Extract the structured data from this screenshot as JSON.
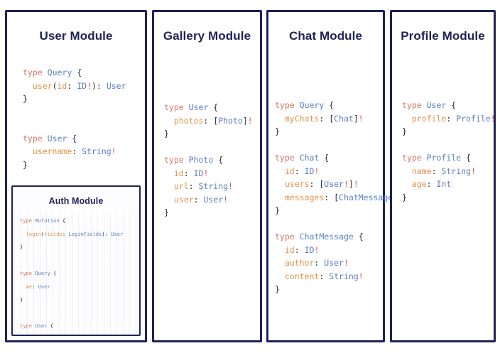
{
  "board": {
    "background_color": "#ffffff",
    "panel_border_color": "#1e2257",
    "title_color": "#1e2257",
    "colors": {
      "keyword": "#d4766a",
      "type_name": "#5b7fc7",
      "field_name": "#e2924a",
      "field_type": "#5b7fc7",
      "non_null": "#d9534f",
      "punctuation": "#2a2a3a"
    }
  },
  "panels": [
    {
      "id": "user-module",
      "title": "User Module",
      "code": "type Query {\n  user(id: ID!): User\n}\n\n\ntype User {\n  username: String!\n}",
      "nested": {
        "id": "auth-module",
        "title": "Auth Module",
        "code": "type Mutation {\n  login(fields: LoginFields): User\n}\n\ntype Query {\n  me: User\n}\n\ntype User {\n  id: ID!\n  email: String!\n}"
      }
    },
    {
      "id": "gallery-module",
      "title": "Gallery Module",
      "code": "type User {\n  photos: [Photo]!\n}\n\ntype Photo {\n  id: ID!\n  url: String!\n  user: User!\n}"
    },
    {
      "id": "chat-module",
      "title": "Chat Module",
      "code": "type Query {\n  myChats: [Chat]!\n}\n\ntype Chat {\n  id: ID!\n  users: [User!]!\n  messages: [ChatMessage]!\n}\n\ntype ChatMessage {\n  id: ID!\n  author: User!\n  content: String!\n}"
    },
    {
      "id": "profile-module",
      "title": "Profile Module",
      "code": "type User {\n  profile: Profile!\n}\n\ntype Profile {\n  name: String!\n  age: Int\n}"
    }
  ]
}
